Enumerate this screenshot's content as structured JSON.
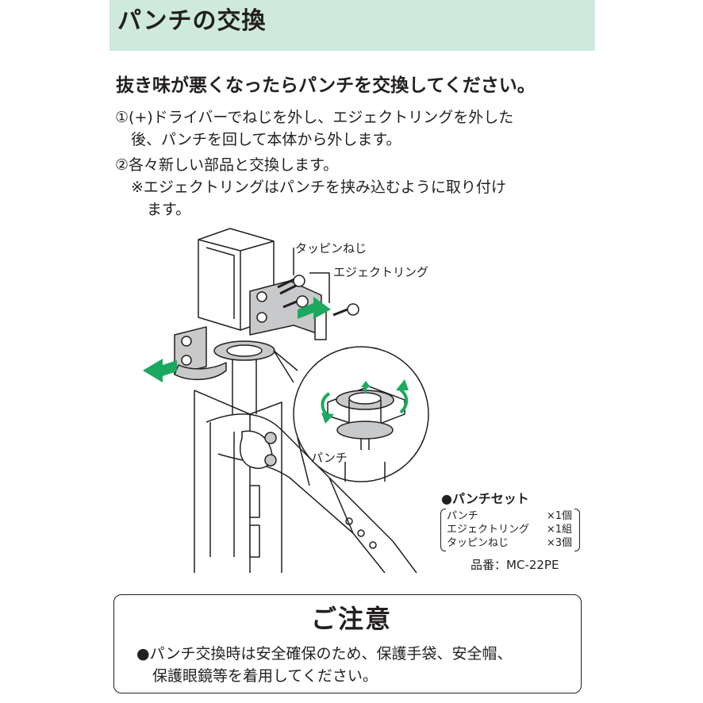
{
  "header": {
    "title": "パンチの交換"
  },
  "lead": "抜き味が悪くなったらパンチを交換してください。",
  "steps": [
    {
      "line1": "①(+)ドライバーでねじを外し、エジェクトリングを外した",
      "line2": "後、パンチを回して本体から外します。"
    },
    {
      "line1": "②各々新しい部品と交換します。",
      "note1": "※エジェクトリングはパンチを挟み込むように取り付け",
      "note2": "ます。"
    }
  ],
  "illustration": {
    "labels": {
      "screw": "タッピンねじ",
      "eject_ring": "エジェクトリング",
      "punch": "パンチ"
    },
    "colors": {
      "arrow": "#1aa95e",
      "part": "#c8c9ca",
      "line": "#231f20"
    }
  },
  "punch_set": {
    "title": "●パンチセット",
    "items": [
      {
        "name": "パンチ",
        "qty": "×1個"
      },
      {
        "name": "エジェクトリング",
        "qty": "×1組"
      },
      {
        "name": "タッピンねじ",
        "qty": "×3個"
      }
    ],
    "part_number": "品番：MC-22PE"
  },
  "caution": {
    "title": "ご注意",
    "line1": "●パンチ交換時は安全確保のため、保護手袋、安全帽、",
    "line2": "保護眼鏡等を着用してください。"
  }
}
